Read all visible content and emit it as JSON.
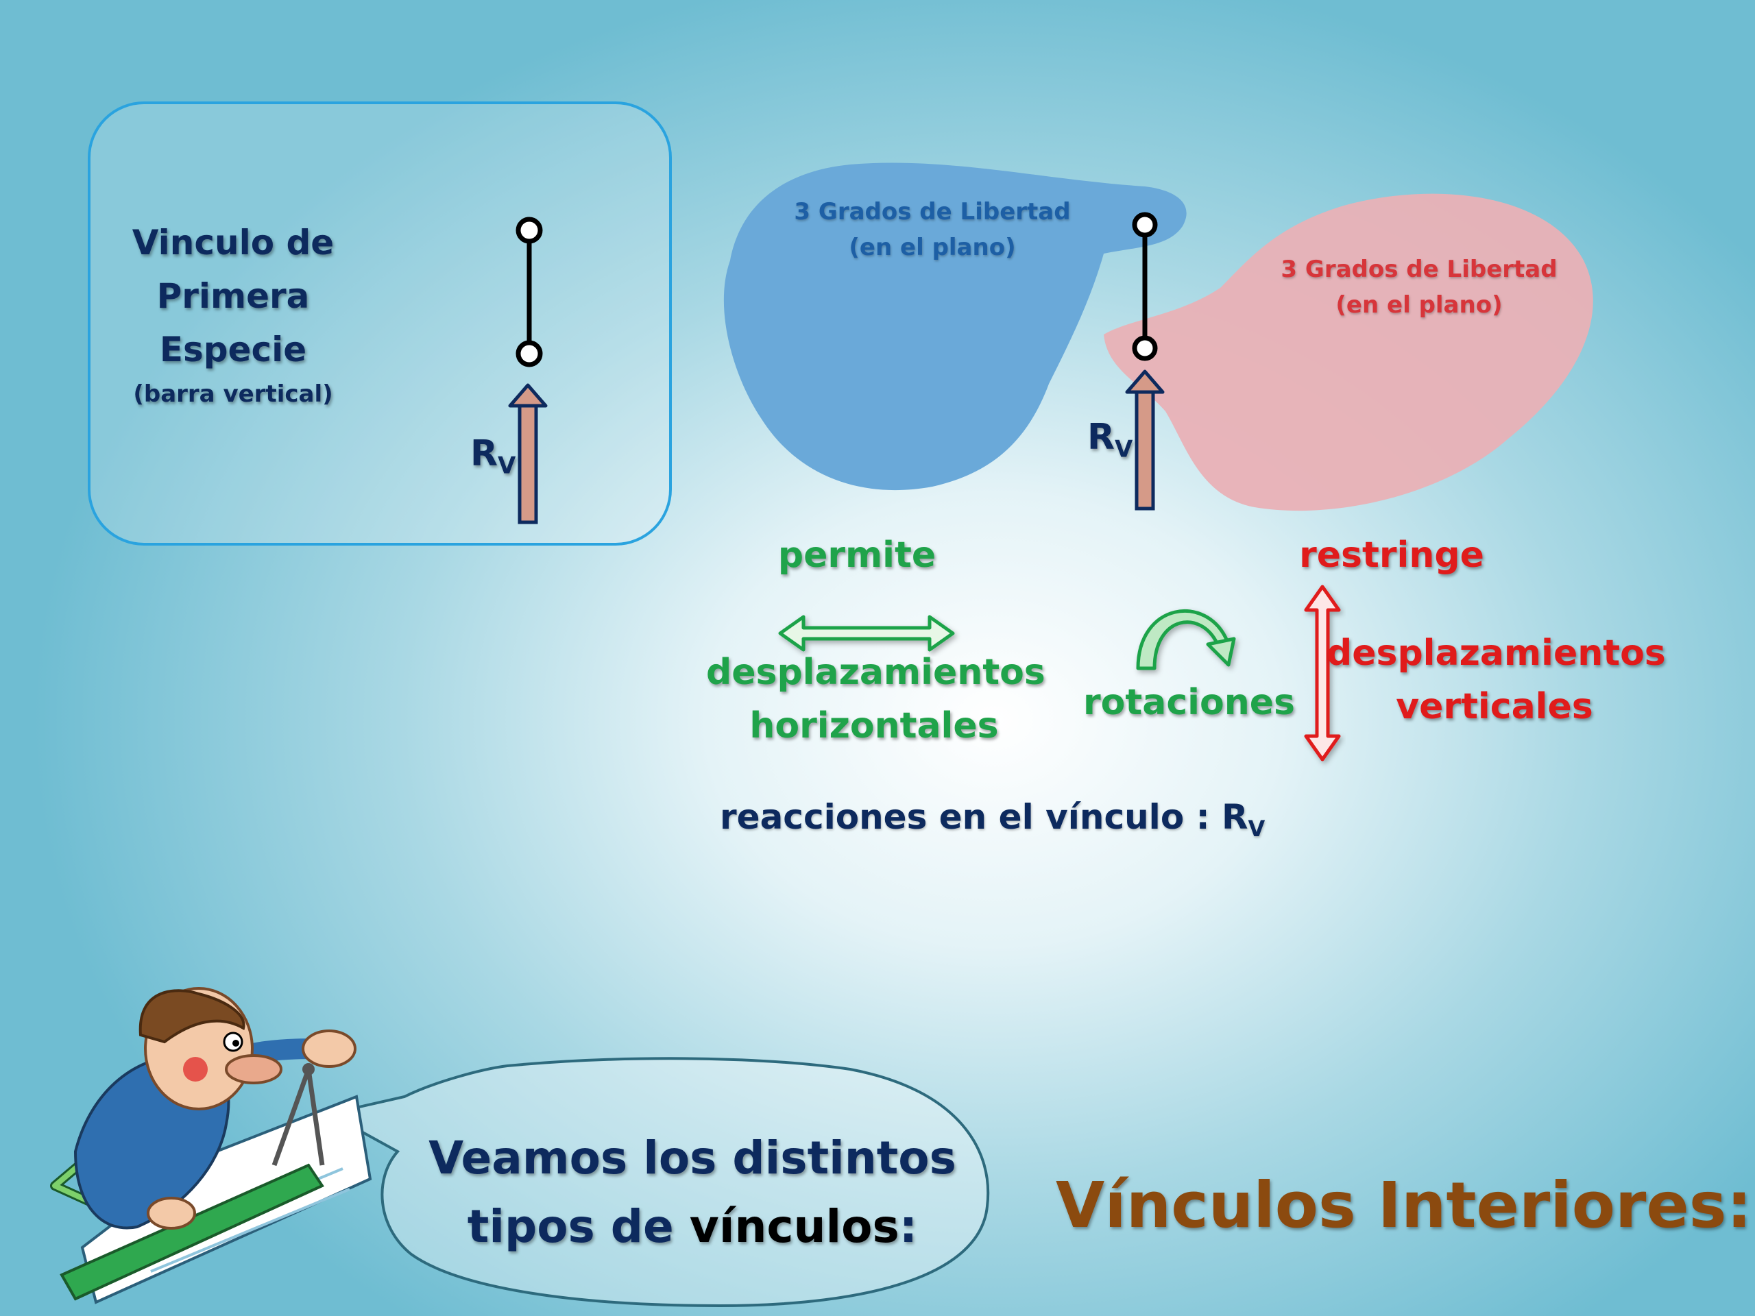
{
  "left_panel": {
    "title_lines": [
      "Vinculo de",
      "Primera",
      "Especie"
    ],
    "subtitle": "(barra vertical)",
    "reaction_label": "R",
    "reaction_sub": "V"
  },
  "bodies": {
    "blue_body_lines": [
      "3 Grados de Libertad",
      "(en el plano)"
    ],
    "red_body_lines": [
      "3 Grados de Libertad",
      "(en el plano)"
    ],
    "reaction_label": "R",
    "reaction_sub": "V"
  },
  "permits": {
    "heading": "permite",
    "horizontal_lines": [
      "desplazamientos",
      "horizontales"
    ],
    "rotation": "rotaciones"
  },
  "restricts": {
    "heading": "restringe",
    "vertical_lines": [
      "desplazamientos",
      "verticales"
    ]
  },
  "reactions": {
    "text": "reacciones en el vínculo : R",
    "sub": "V"
  },
  "speech_bubble": {
    "line1": "Veamos los distintos",
    "line2_prefix": "tipos de ",
    "line2_bold": "vínculos",
    "line2_suffix": ":"
  },
  "page_title": "Vínculos Interiores:",
  "colors": {
    "navy": "#0d2a5e",
    "green": "#1fa34a",
    "red": "#e01b1b",
    "brown": "#8b4a0f",
    "blue_body": "#6aa9d9",
    "red_body": "#e9b1b6",
    "panel_border": "#2aa3df",
    "arrow_fill": "#d59a88"
  },
  "icons": {
    "horizontal_arrow": "double-horizontal-arrow-icon",
    "rotation_arrow": "curved-rotation-arrow-icon",
    "vertical_arrow": "double-vertical-arrow-icon",
    "character": "draftsman-illustration"
  }
}
